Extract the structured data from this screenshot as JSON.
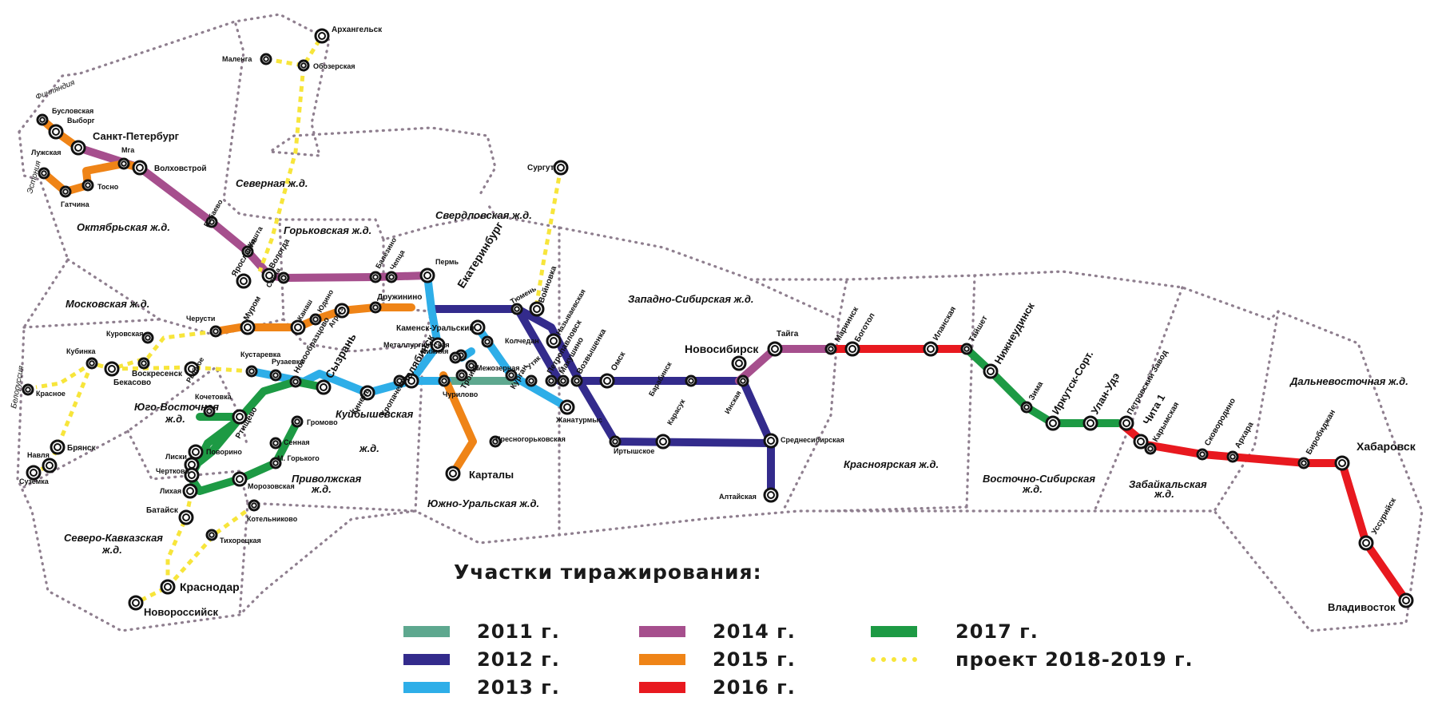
{
  "legend": {
    "title": "Участки тиражирования:",
    "items": [
      {
        "key": "y2011",
        "label": "2011 г.",
        "color": "#5ea88f",
        "dotted": false
      },
      {
        "key": "y2012",
        "label": "2012 г.",
        "color": "#332b8c",
        "dotted": false
      },
      {
        "key": "y2013",
        "label": "2013 г.",
        "color": "#2eaee8",
        "dotted": false
      },
      {
        "key": "y2014",
        "label": "2014 г.",
        "color": "#a64f8d",
        "dotted": false
      },
      {
        "key": "y2015",
        "label": "2015 г.",
        "color": "#ef8417",
        "dotted": false
      },
      {
        "key": "y2016",
        "label": "2016 г.",
        "color": "#e8191f",
        "dotted": false
      },
      {
        "key": "y2017",
        "label": "2017 г.",
        "color": "#1d9a44",
        "dotted": false
      },
      {
        "key": "proj",
        "label": "проект 2018-2019 г.",
        "color": "#f7e53b",
        "dotted": true
      }
    ]
  },
  "regions": {
    "oktyabrskaya": "Октябрьская ж.д.",
    "severnaya": "Северная ж.д.",
    "gorkovskaya": "Горьковская ж.д.",
    "sverdlovskaya": "Свердловская ж.д.",
    "moskovskaya": "Московская ж.д.",
    "yugo_vostochnaya": "Юго-Восточная ж.д.",
    "kuybyshevskaya": "Куйбышевская ж.д.",
    "privolzhskaya": "Приволжская ж.д.",
    "yuzhno_uralskaya": "Южно-Уральская ж.д.",
    "zapadno_sibirskaya": "Западно-Сибирская ж.д.",
    "krasnoyarskaya": "Красноярская ж.д.",
    "vostochno_sibirskaya": "Восточно-Сибирская ж.д.",
    "zabaykalskaya": "Забайкальская ж.д.",
    "dalnevostochnaya": "Дальневосточная ж.д.",
    "severo_kavkazskaya": "Северо-Кавказская ж.д."
  },
  "borders": {
    "finland": "Финляндия",
    "estonia": "Эстония",
    "belarus": "Белоруссия"
  },
  "stations": {
    "arkhangelsk": "Архангельск",
    "malenga": "Маленга",
    "obozerskaya": "Обозерская",
    "buslovskaya": "Бусловская",
    "vyborg": "Выборг",
    "spb": "Санкт-Петербург",
    "luzhskaya": "Лужская",
    "mga": "Мга",
    "volkhovstroy": "Волховстрой",
    "gatchina": "Гатчина",
    "tosno": "Тосно",
    "babaevo": "Бабаево",
    "koshta": "Кошта",
    "yaroslavl": "Ярославль",
    "vologda": "Вологда",
    "svecha": "Свеча",
    "balezino": "Балезино",
    "chepca": "Чепца",
    "perm": "Пермь",
    "ekaterinburg": "Екатеринбург",
    "surgut": "Сургут",
    "tyumen": "Тюмень",
    "voynovka": "Войновка",
    "nazyvaevskaya": "Называевская",
    "kamensk": "Каменск-Уральский",
    "kolchedan": "Колчедан",
    "nizhnyaya": "Нижняя",
    "metallurgicheskaya": "Металлургическая",
    "mezhozernaya": "Межозерная",
    "chelyabinsk": "Челябинск",
    "churilovo": "Чурилово",
    "utyak": "Утяк",
    "petropavlovsk": "Петропавловск",
    "makushino": "Макушино",
    "vozvyshenka": "Возвышенка",
    "omsk": "Омск",
    "zhanaturmys": "Жанатурмыс",
    "troitsk": "Троицк",
    "kurgan": "Курган",
    "kartaly": "Карталы",
    "presnogorkovskaya": "Пресногорьковская",
    "irtyshskoe": "Иртышское",
    "barabinsk": "Барабинск",
    "karasuk": "Карасук",
    "novosibirsk": "Новосибирск",
    "inskaya": "Инская",
    "srednesibirskaya": "Среднесибирская",
    "altayskaya": "Алтайская",
    "tayga": "Тайга",
    "mariinsk": "Мариинск",
    "bogotol": "Боготол",
    "ilanskaya": "Иланская",
    "tayshet": "Тайшет",
    "nizhneudinsk": "Нижнеудинск",
    "zima": "Зима",
    "irkutsk": "Иркутск-Сорт.",
    "ulan_ude": "Улан-Удэ",
    "petrovsky": "Петровский Завод",
    "chita": "Чита 1",
    "karymskaya": "Карымская",
    "skovorodino": "Сковородино",
    "arkhara": "Архара",
    "birobidzhan": "Биробиджан",
    "khabarovsk": "Хабаровск",
    "ussuriysk": "Уссурийск",
    "vladivostok": "Владивосток",
    "cherusti": "Черусти",
    "murom": "Муром",
    "kanash": "Канаш",
    "yudino": "Юдино",
    "agryz": "Агрыз",
    "druzhinino": "Дружинино",
    "kurovskaya": "Куровская",
    "kubinka": "Кубинка",
    "krasnoe": "Красное",
    "bekasovo": "Бекасово",
    "voskresensk": "Воскресенск",
    "rybnoe": "Рыбное",
    "kustarevka": "Кустаревка",
    "ruzaevka": "Рузаевка",
    "novoobrazcovo": "Новообразцово",
    "syzran": "Сызрань",
    "kinel": "Кинель",
    "kropachevo": "Кропачево",
    "bryansk": "Брянск",
    "navlya": "Навля",
    "suzemka": "Суземка",
    "kochetovka": "Кочетовка",
    "rtishchevo": "Ртищево",
    "gromovo": "Громово",
    "sennaya": "Сенная",
    "m_gorkogo": "М. Горького",
    "povorino": "Поворино",
    "liski": "Лиски",
    "chertkovo": "Чертково",
    "likhaya": "Лихая",
    "morozovskaya": "Морозовская",
    "bataysk": "Батайск",
    "kotelnikovo": "Котельниково",
    "tikhoretskaya": "Тихорецкая",
    "krasnodar": "Краснодар",
    "novorossiysk": "Новороссийск"
  }
}
